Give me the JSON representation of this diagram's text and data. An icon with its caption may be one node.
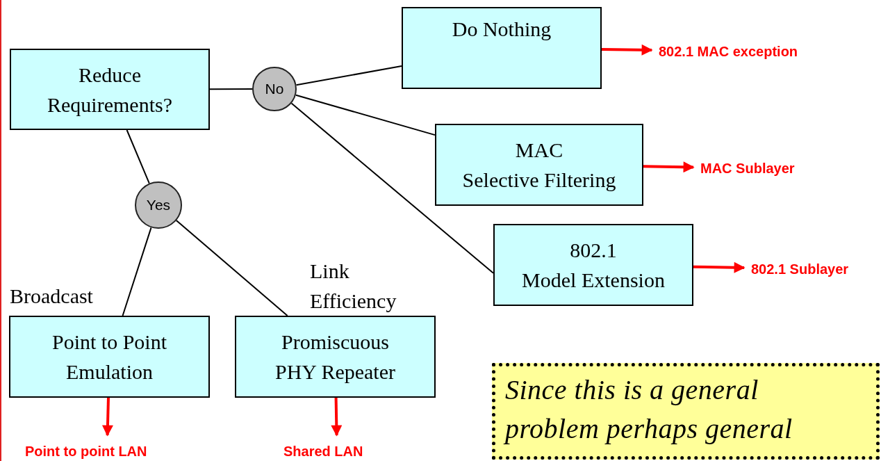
{
  "diagram": {
    "nodes": [
      {
        "text": [
          "Reduce Requirements?"
        ]
      },
      {
        "text": [
          "No"
        ]
      },
      {
        "text": [
          "Do Nothing"
        ]
      },
      {
        "text": [
          "MAC Selective Filtering"
        ]
      },
      {
        "text": [
          "802.1 Model Extension"
        ]
      },
      {
        "text": [
          "Yes"
        ]
      },
      {
        "text": [
          "Point to Point Emulation"
        ]
      },
      {
        "text": [
          "Promiscuous PHY Repeater"
        ]
      },
      {
        "text": [
          "Since this is a general problem perhaps general"
        ]
      },
      {
        "text": [
          "802.1 MAC exception"
        ]
      },
      {
        "text": [
          "MAC Sublayer"
        ]
      },
      {
        "text": [
          "802.1 Sublayer"
        ]
      },
      {
        "text": [
          "Point to point LAN"
        ]
      },
      {
        "text": [
          "Shared LAN"
        ]
      }
    ],
    "edges": [
      {
        "from": 0,
        "to": 1,
        "arrow": "none"
      },
      {
        "from": 1,
        "to": 2,
        "arrow": "none"
      },
      {
        "from": 1,
        "to": 3,
        "arrow": "none"
      },
      {
        "from": 1,
        "to": 4,
        "arrow": "none"
      },
      {
        "from": 0,
        "to": 5,
        "arrow": "none"
      },
      {
        "from": 5,
        "to": 6,
        "arrow": "none",
        "label": "Broadcast"
      },
      {
        "from": 5,
        "to": 7,
        "arrow": "none",
        "label": "Link Efficiency"
      },
      {
        "from": 2,
        "to": 9,
        "arrow": "to",
        "style": "thick",
        "color": "#ff0000"
      },
      {
        "from": 3,
        "to": 10,
        "arrow": "to",
        "style": "thick",
        "color": "#ff0000"
      },
      {
        "from": 4,
        "to": 11,
        "arrow": "to",
        "style": "thick",
        "color": "#ff0000"
      },
      {
        "from": 6,
        "to": 12,
        "arrow": "to",
        "style": "thick",
        "color": "#ff0000"
      },
      {
        "from": 7,
        "to": 13,
        "arrow": "to",
        "style": "thick",
        "color": "#ff0000"
      }
    ]
  }
}
